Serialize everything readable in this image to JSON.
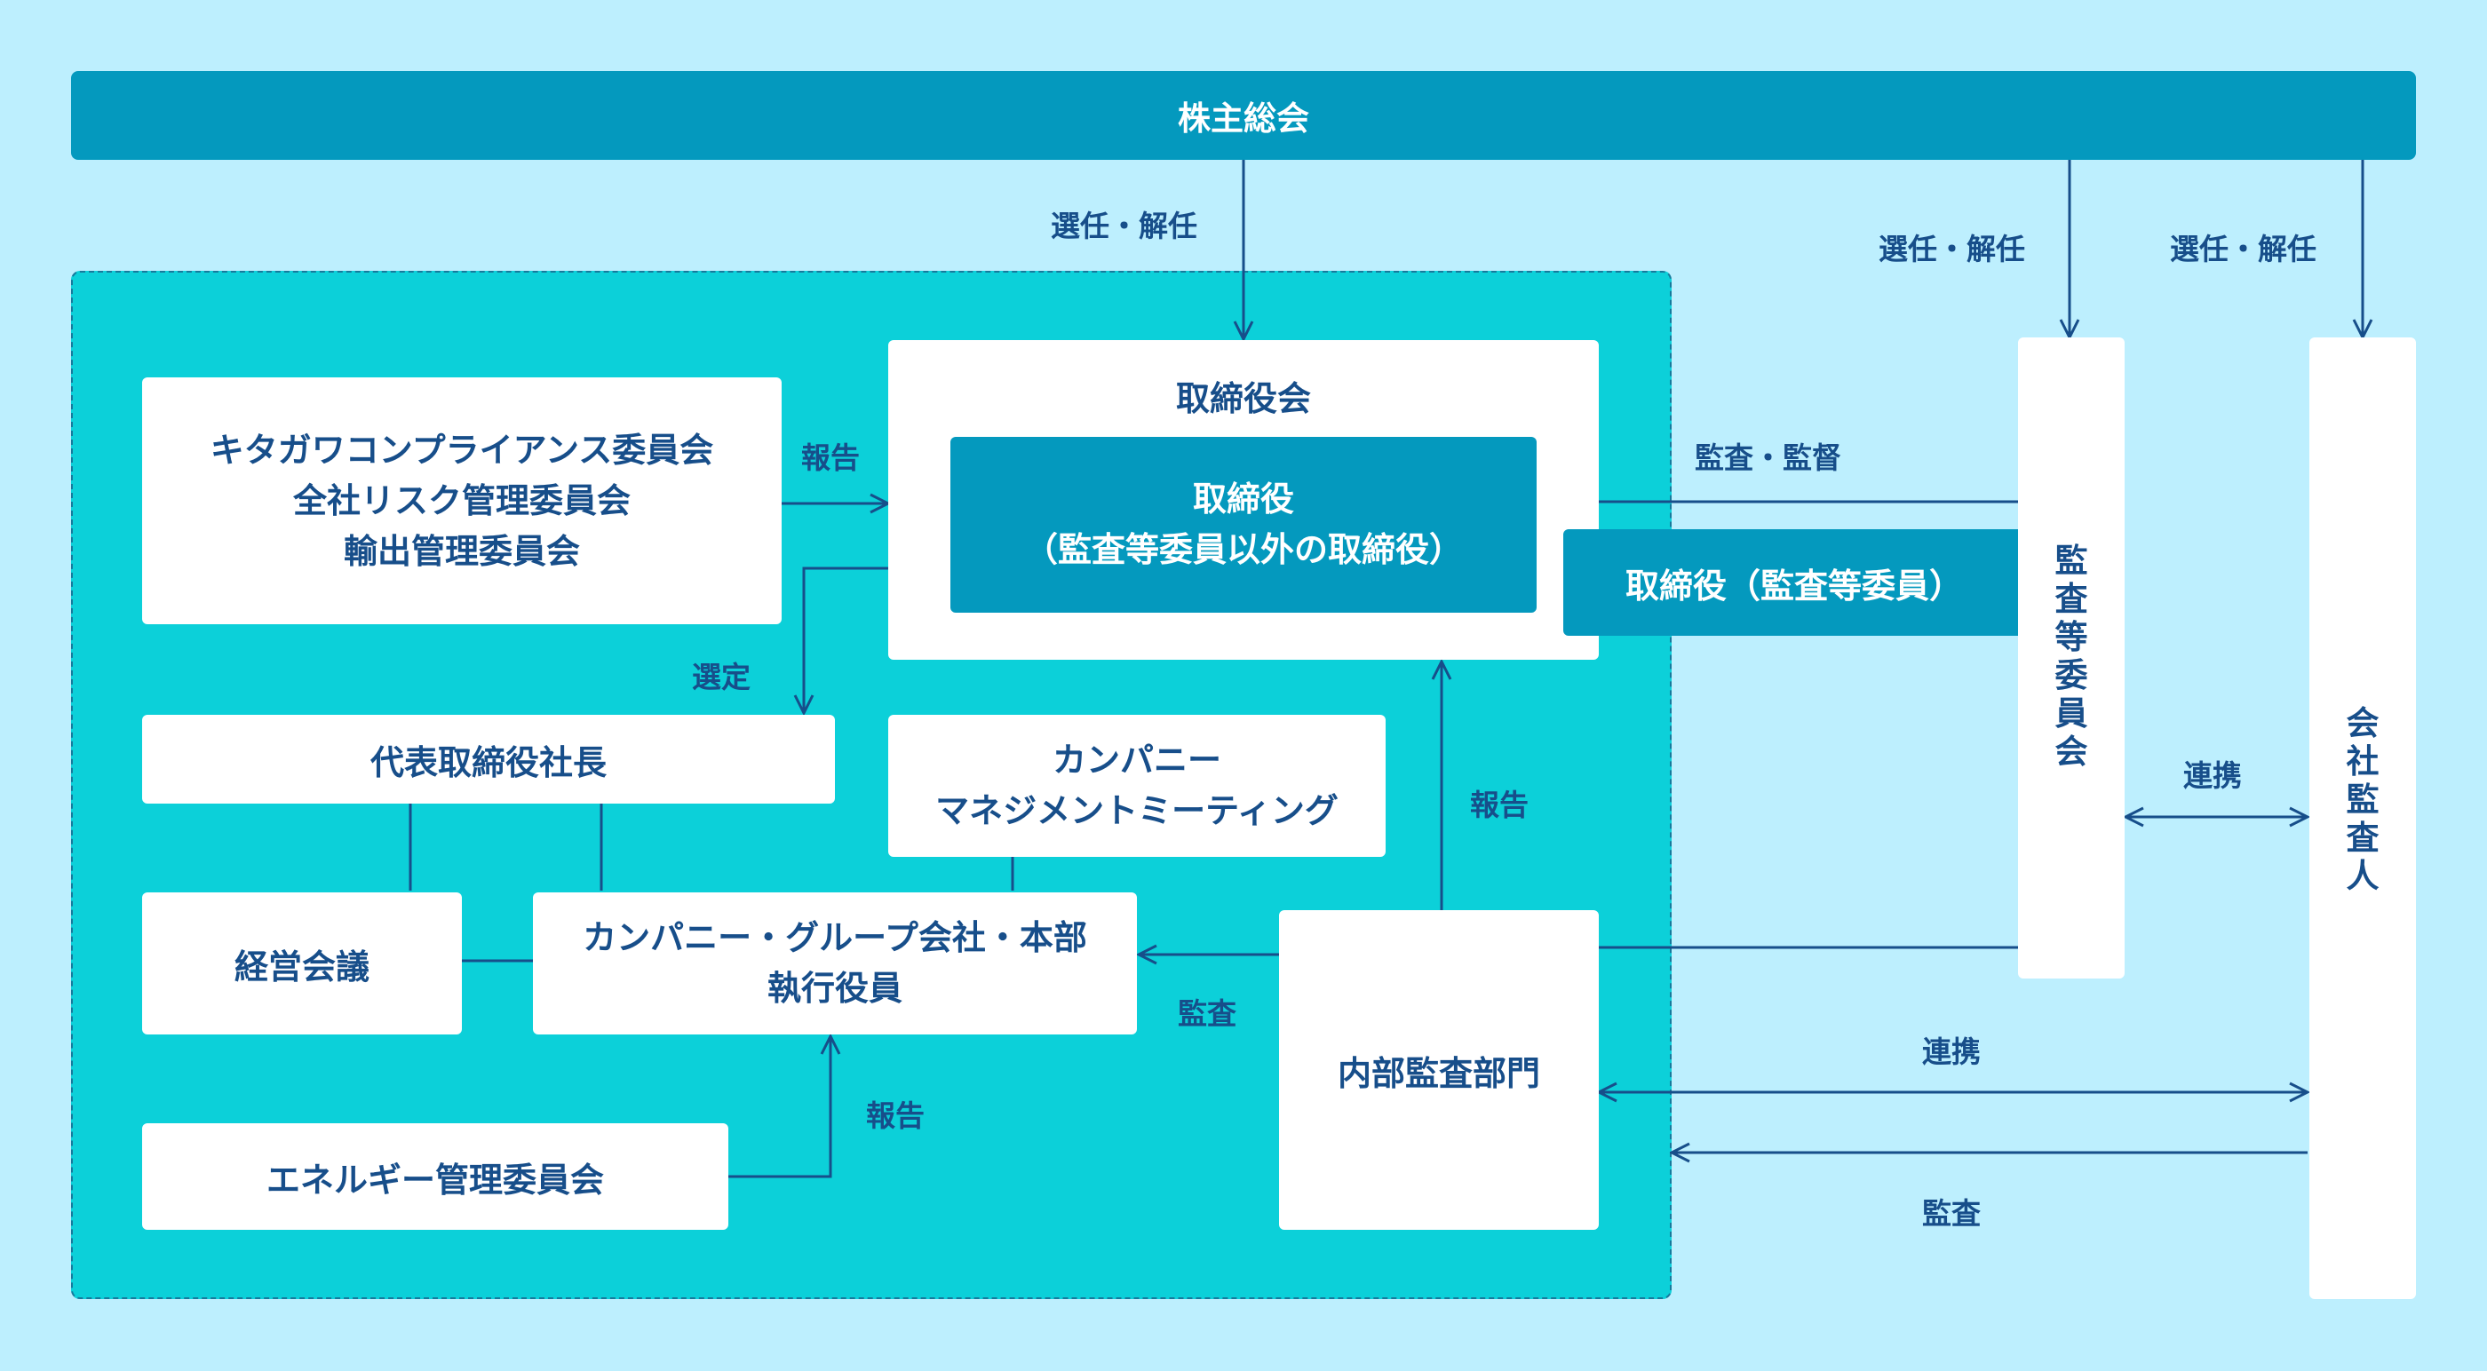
{
  "shareholders_meeting": "株主総会",
  "board": {
    "title": "取締役会",
    "inner_lines": [
      "取締役",
      "（監査等委員以外の取締役）"
    ]
  },
  "board_audit_member": "取締役（監査等委員）",
  "committees": [
    "キタガワコンプライアンス委員会",
    "全社リスク管理委員会",
    "輸出管理委員会"
  ],
  "president": "代表取締役社長",
  "company_meeting_lines": [
    "カンパニー",
    "マネジメントミーティング"
  ],
  "management_council": "経営会議",
  "executives_lines": [
    "カンパニー・グループ会社・本部",
    "執行役員"
  ],
  "energy_committee": "エネルギー管理委員会",
  "internal_audit": "内部監査部門",
  "audit_committee": [
    "監",
    "査",
    "等",
    "委",
    "員",
    "会"
  ],
  "accounting_auditor": [
    "会",
    "社",
    "監",
    "査",
    "人"
  ],
  "labels": {
    "elect_dismiss": "選任・解任",
    "report": "報告",
    "select": "選定",
    "audit_supervise": "監査・監督",
    "cooperate": "連携",
    "audit": "監査"
  },
  "colors": {
    "background": "#bdeffe",
    "company_area": "#0cd0d9",
    "accent": "#0499be",
    "line": "#174e8a",
    "box": "#ffffff"
  }
}
